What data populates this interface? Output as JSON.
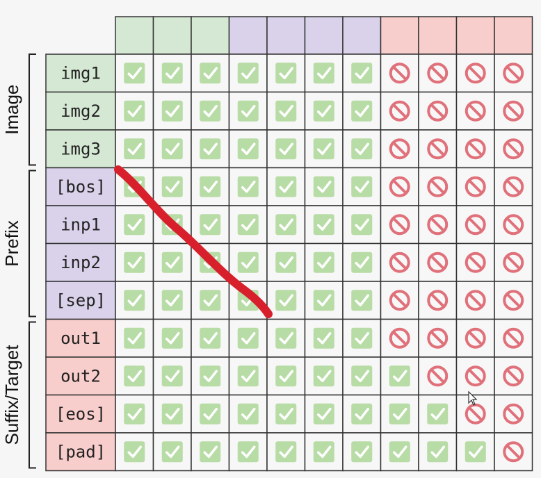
{
  "groups": {
    "image": "Image",
    "prefix": "Prefix",
    "suffix": "Suffix/Target"
  },
  "rows": [
    {
      "label": "img1",
      "group": "image"
    },
    {
      "label": "img2",
      "group": "image"
    },
    {
      "label": "img3",
      "group": "image"
    },
    {
      "label": "[bos]",
      "group": "prefix"
    },
    {
      "label": "inp1",
      "group": "prefix"
    },
    {
      "label": "inp2",
      "group": "prefix"
    },
    {
      "label": "[sep]",
      "group": "prefix"
    },
    {
      "label": "out1",
      "group": "suffix"
    },
    {
      "label": "out2",
      "group": "suffix"
    },
    {
      "label": "[eos]",
      "group": "suffix"
    },
    {
      "label": "[pad]",
      "group": "suffix"
    }
  ],
  "column_groups": [
    "image",
    "image",
    "image",
    "prefix",
    "prefix",
    "prefix",
    "prefix",
    "suffix",
    "suffix",
    "suffix",
    "suffix"
  ],
  "mask": [
    [
      1,
      1,
      1,
      1,
      1,
      1,
      1,
      0,
      0,
      0,
      0
    ],
    [
      1,
      1,
      1,
      1,
      1,
      1,
      1,
      0,
      0,
      0,
      0
    ],
    [
      1,
      1,
      1,
      1,
      1,
      1,
      1,
      0,
      0,
      0,
      0
    ],
    [
      1,
      1,
      1,
      1,
      1,
      1,
      1,
      0,
      0,
      0,
      0
    ],
    [
      1,
      1,
      1,
      1,
      1,
      1,
      1,
      0,
      0,
      0,
      0
    ],
    [
      1,
      1,
      1,
      1,
      1,
      1,
      1,
      0,
      0,
      0,
      0
    ],
    [
      1,
      1,
      1,
      1,
      1,
      1,
      1,
      0,
      0,
      0,
      0
    ],
    [
      1,
      1,
      1,
      1,
      1,
      1,
      1,
      0,
      0,
      0,
      0
    ],
    [
      1,
      1,
      1,
      1,
      1,
      1,
      1,
      1,
      0,
      0,
      0
    ],
    [
      1,
      1,
      1,
      1,
      1,
      1,
      1,
      1,
      1,
      0,
      0
    ],
    [
      1,
      1,
      1,
      1,
      1,
      1,
      1,
      1,
      1,
      1,
      0
    ]
  ],
  "colors": {
    "image": "#d5e8d4",
    "prefix": "#d9d2ea",
    "suffix": "#f8cecc",
    "check_box": "#b8dca6",
    "check_mark": "#ffffff",
    "forbid": "#e0707a",
    "annotation": "#d8202c"
  },
  "icons": {
    "allowed": "check-icon",
    "blocked": "prohibited-icon"
  }
}
